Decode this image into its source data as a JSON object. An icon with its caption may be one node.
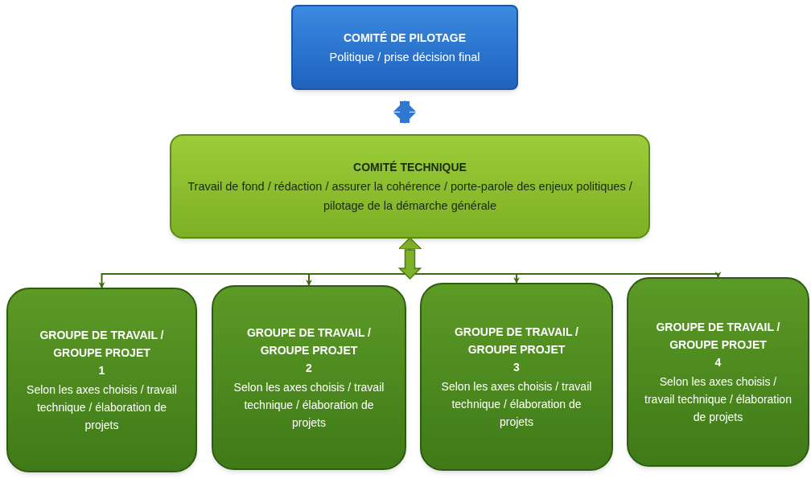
{
  "diagram": {
    "nodes": [
      {
        "text": [
          "COMITÉ DE PILOTAGE",
          "Politique / prise décision final"
        ]
      },
      {
        "text": [
          "COMITÉ TECHNIQUE",
          "Travail de fond / rédaction / assurer la cohérence / porte-parole des enjeux politiques / pilotage de la démarche générale"
        ]
      },
      {
        "text": [
          "GROUPE DE TRAVAIL / GROUPE PROJET",
          "1",
          "Selon les axes choisis / travail technique / élaboration de projets"
        ]
      },
      {
        "text": [
          "GROUPE DE TRAVAIL / GROUPE PROJET",
          "2",
          "Selon les axes choisis / travail technique / élaboration de projets"
        ]
      },
      {
        "text": [
          "GROUPE DE TRAVAIL / GROUPE PROJET",
          "3",
          "Selon les axes choisis / travail technique / élaboration de projets"
        ]
      },
      {
        "text": [
          "GROUPE DE TRAVAIL / GROUPE PROJET",
          "4",
          "Selon les axes choisis / travail technique / élaboration de projets"
        ]
      }
    ],
    "edges": [
      {
        "from": 0,
        "to": 1,
        "arrow": "both",
        "style": "thick",
        "color": "#2f78d2"
      },
      {
        "from": 1,
        "to": 2,
        "arrow": "both"
      },
      {
        "from": 1,
        "to": 3,
        "arrow": "both"
      },
      {
        "from": 1,
        "to": 4,
        "arrow": "both"
      },
      {
        "from": 1,
        "to": 5,
        "arrow": "both"
      }
    ]
  }
}
